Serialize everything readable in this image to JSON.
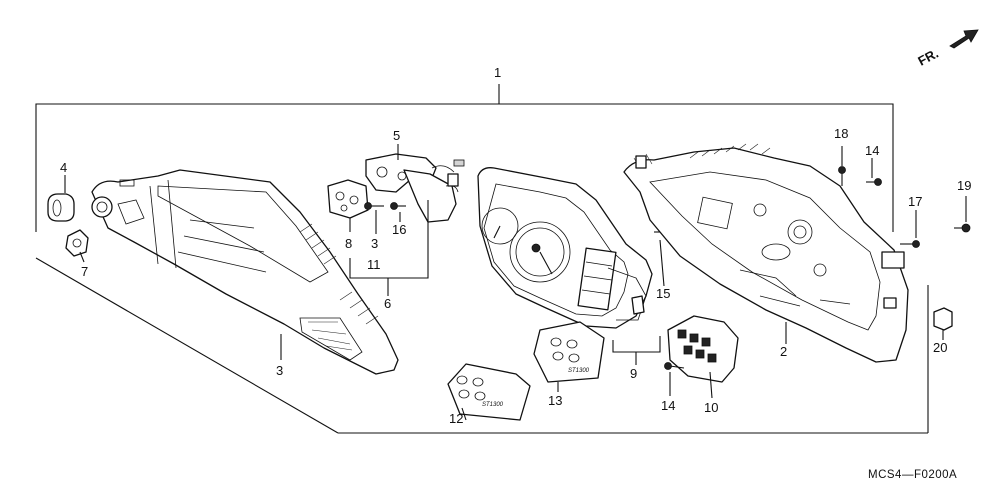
{
  "direction_mark": "FR.",
  "diagram_code": "MCS4—F0200A",
  "callouts": {
    "c1": "1",
    "c2": "2",
    "c3a": "3",
    "c3b": "3",
    "c4": "4",
    "c5": "5",
    "c6": "6",
    "c7": "7",
    "c8": "8",
    "c9": "9",
    "c10": "10",
    "c11": "11",
    "c12": "12",
    "c13": "13",
    "c14a": "14",
    "c14b": "14",
    "c15": "15",
    "c16": "16",
    "c17": "17",
    "c18": "18",
    "c19": "19",
    "c20": "20"
  },
  "panel_print": {
    "panel12": "ST1300",
    "panel13": "ST1300"
  },
  "colors": {
    "line": "#111111",
    "background": "#ffffff"
  }
}
